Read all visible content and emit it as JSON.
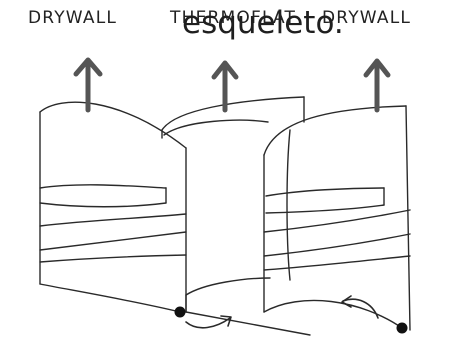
{
  "title": "esqueleto.",
  "labels": {
    "left": "DRYWALL",
    "middle": "THERMOFLAT",
    "right": "DRYWALL"
  },
  "colors": {
    "stroke": "#2a2a2a",
    "arrow": "#555555",
    "dot": "#111111",
    "background": "#ffffff"
  },
  "icons": {
    "up_arrow": "up-arrow-icon",
    "rotate_arrow": "curved-arrow-icon",
    "pivot": "pivot-dot"
  }
}
